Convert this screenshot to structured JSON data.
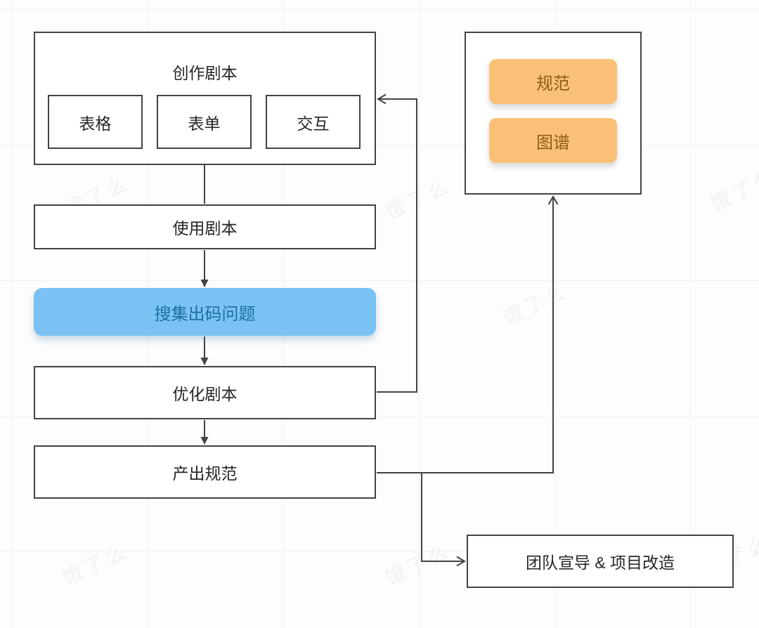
{
  "page": {
    "background_watermark": "饿了么"
  },
  "diagram": {
    "nodes": {
      "create": {
        "title": "创作剧本",
        "children": [
          {
            "label": "表格"
          },
          {
            "label": "表单"
          },
          {
            "label": "交互"
          }
        ]
      },
      "use": {
        "label": "使用剧本"
      },
      "collect": {
        "label": "搜集出码问题"
      },
      "optimize": {
        "label": "优化剧本"
      },
      "output": {
        "label": "产出规范"
      },
      "artifacts": {
        "items": [
          {
            "label": "规范"
          },
          {
            "label": "图谱"
          }
        ]
      },
      "team": {
        "label": "团队宣导 & 项目改造"
      }
    },
    "edges": [
      {
        "from": "create",
        "to": "use"
      },
      {
        "from": "use",
        "to": "collect"
      },
      {
        "from": "collect",
        "to": "optimize"
      },
      {
        "from": "optimize",
        "to": "output"
      },
      {
        "from": "optimize",
        "to": "create"
      },
      {
        "from": "output",
        "to": "artifacts"
      },
      {
        "from": "output",
        "to": "team"
      }
    ],
    "colors": {
      "node_border": "#434343",
      "connector": "#434343",
      "highlight_fill": "#79C2F3",
      "highlight_text": "#1D6EA6",
      "artifact_fill": "#FAC077",
      "artifact_text": "#8D5E19",
      "grid_line": "#F0F0F0",
      "background": "#FDFDFD"
    }
  }
}
